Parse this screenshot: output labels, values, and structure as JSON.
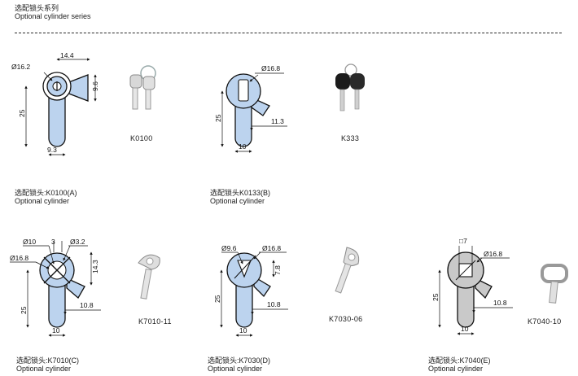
{
  "header": {
    "title_cn": "选配锁头系列",
    "title_en": "Optional cylinder series"
  },
  "colors": {
    "blue_fill": "#bcd3ee",
    "grey_fill": "#c9c9c9",
    "line": "#111111"
  },
  "items": [
    {
      "caption_cn": "选配锁头:K0100(A)",
      "caption_en": "Optional cylinder",
      "key_code": "K0100",
      "dims": {
        "d1": "Ø16.2",
        "w": "14.4",
        "h": "9.6",
        "len": "25",
        "bottom": "9.3"
      }
    },
    {
      "caption_cn": "选配锁头K0133(B)",
      "caption_en": "Optional cylinder",
      "key_code": "K333",
      "dims": {
        "d1": "Ø16.8",
        "len": "25",
        "off": "11.3",
        "bottom": "10"
      }
    },
    {
      "caption_cn": "选配锁头:K7010(C)",
      "caption_en": "Optional cylinder",
      "key_code": "K7010-11",
      "dims": {
        "d1": "Ø10",
        "d2": "3",
        "d3": "Ø3.2",
        "d4": "Ø16.8",
        "h": "14.3",
        "len": "25",
        "off": "10.8",
        "bottom": "10"
      }
    },
    {
      "caption_cn": "选配锁头:K7030(D)",
      "caption_en": "Optional cylinder",
      "key_code": "K7030-06",
      "dims": {
        "d1": "Ø9.6",
        "d2": "Ø16.8",
        "h": "7.8",
        "len": "25",
        "off": "10.8",
        "bottom": "10"
      }
    },
    {
      "caption_cn": "选配锁头:K7040(E)",
      "caption_en": "Optional cylinder",
      "key_code": "K7040-10",
      "dims": {
        "d1": "□7",
        "d2": "Ø16.8",
        "len": "25",
        "off": "10.8",
        "bottom": "10"
      }
    }
  ]
}
